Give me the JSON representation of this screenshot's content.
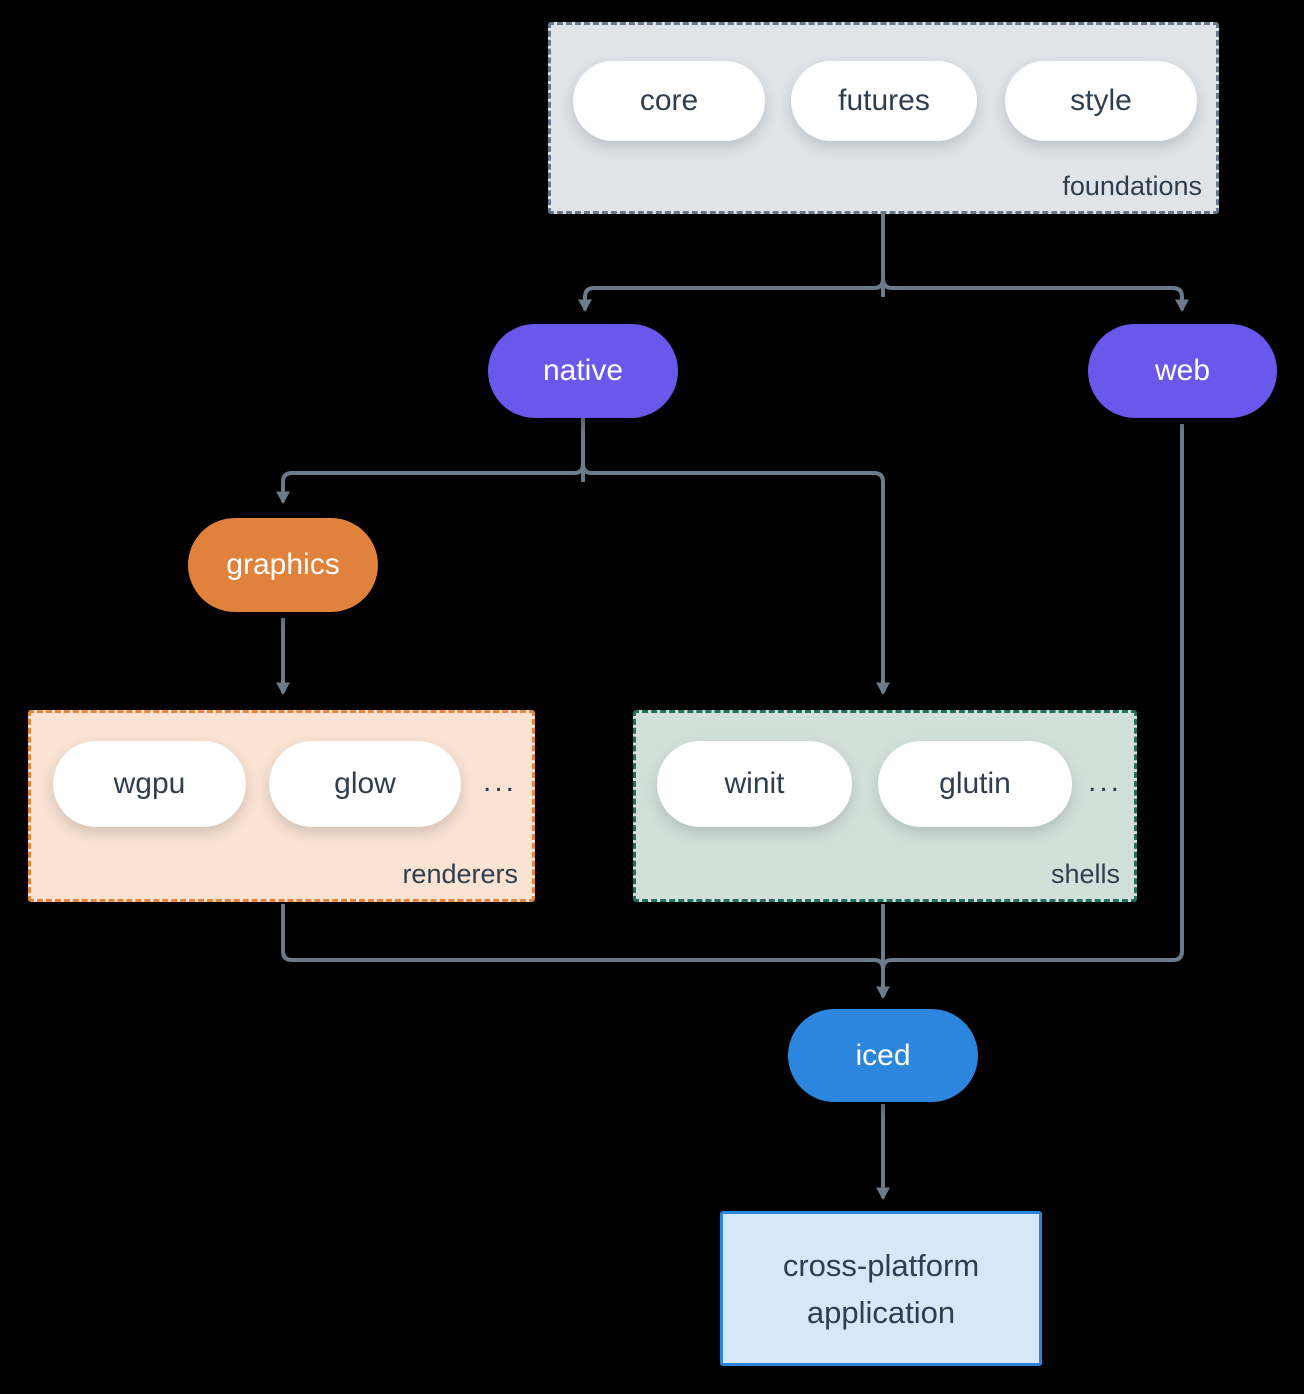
{
  "colors": {
    "background": "#000000",
    "arrow": "#6b7b8b",
    "text_dark": "#2f3e4f",
    "text_light": "#ffffff"
  },
  "groups": {
    "foundations": {
      "label": "foundations",
      "fill": "#e0e4e8",
      "border_color": "#66788a",
      "pills": [
        "core",
        "futures",
        "style"
      ]
    },
    "renderers": {
      "label": "renderers",
      "fill": "#fae3d3",
      "border_color": "#e8853c",
      "pills": [
        "wgpu",
        "glow"
      ],
      "ellipsis": "..."
    },
    "shells": {
      "label": "shells",
      "fill": "#d3e0da",
      "border_color": "#1f705f",
      "pills": [
        "winit",
        "glutin"
      ],
      "ellipsis": "..."
    }
  },
  "nodes": {
    "native": {
      "label": "native",
      "fill": "#6a57eb"
    },
    "web": {
      "label": "web",
      "fill": "#6a57eb"
    },
    "graphics": {
      "label": "graphics",
      "fill": "#e1823c"
    },
    "iced": {
      "label": "iced",
      "fill": "#2d86de"
    },
    "application": {
      "label": "cross-platform application",
      "fill": "#d6e8f8",
      "border_color": "#2d86de"
    }
  }
}
